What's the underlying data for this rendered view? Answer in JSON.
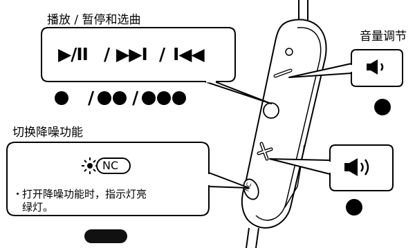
{
  "play_section": {
    "title": "播放 / 暂停和选曲",
    "symbols": {
      "play_pause": "▶/II",
      "sep": "/",
      "next": "▶▶I",
      "prev": "I◀◀"
    },
    "press_sep": "/"
  },
  "volume_section": {
    "title": "音量调节"
  },
  "nc_section": {
    "title": "切换降噪功能",
    "badge": "NC",
    "note_bullet": "・",
    "note_line1": "打开降噪功能时，指示灯亮",
    "note_line2": "绿灯。"
  },
  "device": {
    "nc_button_label": "NC"
  }
}
